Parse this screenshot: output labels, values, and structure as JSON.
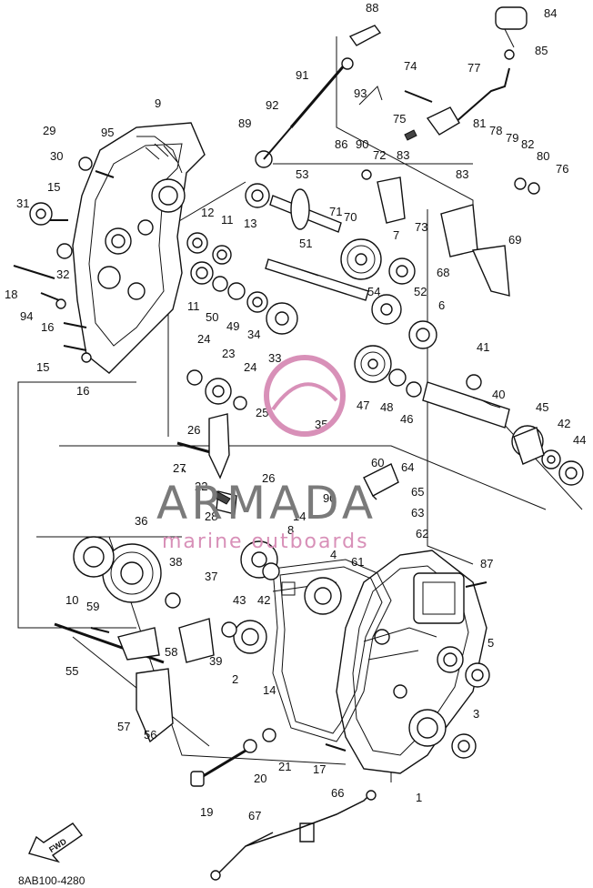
{
  "diagram_code": "8AB100-4280",
  "fwd_label": "FWD",
  "watermark": {
    "title": "ARMADA",
    "subtitle": "marine outboards"
  },
  "colors": {
    "line": "#111111",
    "watermark_text": "#7a7a7a",
    "watermark_logo": "#d890b8"
  },
  "callouts": [
    "1",
    "2",
    "3",
    "4",
    "5",
    "6",
    "7",
    "8",
    "9",
    "10",
    "11",
    "11",
    "12",
    "13",
    "14",
    "14",
    "15",
    "15",
    "16",
    "16",
    "17",
    "18",
    "19",
    "20",
    "21",
    "22",
    "23",
    "24",
    "24",
    "25",
    "26",
    "26",
    "27",
    "28",
    "29",
    "30",
    "31",
    "32",
    "33",
    "34",
    "35",
    "36",
    "37",
    "38",
    "39",
    "40",
    "41",
    "42",
    "42",
    "43",
    "44",
    "45",
    "46",
    "47",
    "48",
    "49",
    "50",
    "51",
    "52",
    "53",
    "54",
    "55",
    "56",
    "57",
    "58",
    "59",
    "60",
    "61",
    "62",
    "63",
    "64",
    "65",
    "66",
    "67",
    "68",
    "69",
    "70",
    "71",
    "72",
    "73",
    "74",
    "75",
    "76",
    "77",
    "78",
    "79",
    "80",
    "81",
    "82",
    "83",
    "83",
    "84",
    "85",
    "86",
    "87",
    "88",
    "89",
    "90",
    "90",
    "91",
    "92",
    "93",
    "94",
    "95"
  ]
}
